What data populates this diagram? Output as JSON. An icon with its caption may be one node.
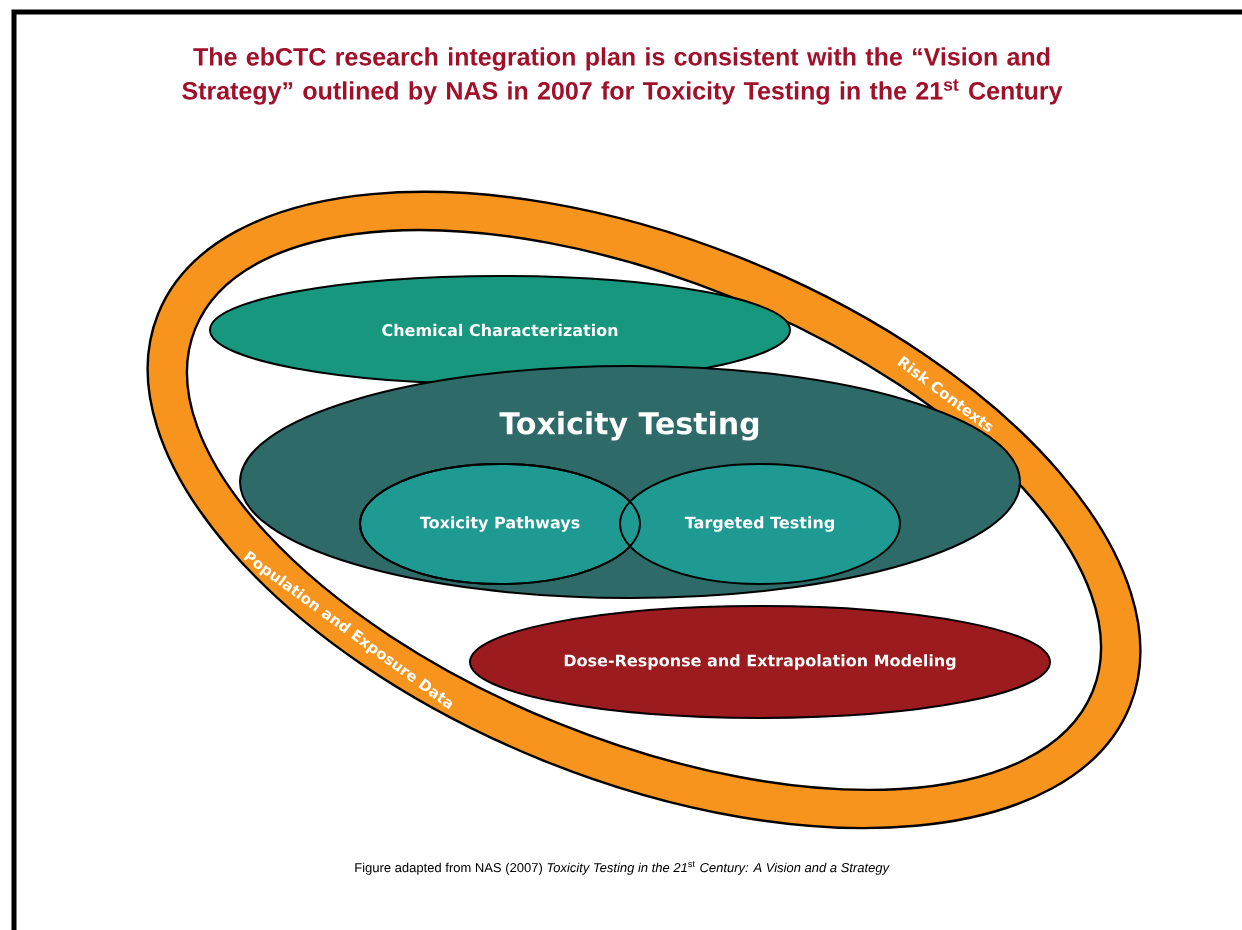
{
  "diagram": {
    "title": "The ebCTC research integration plan is consistent with the “Vision and Strategy” outlined by NAS in 2007 for Toxicity Testing in the 21$^{st}$ Century",
    "caption": "Figure adapted from NAS (2007) *Toxicity Testing in the 21*$^{st}$ *Century: A Vision and a Strategy*",
    "nodes": [
      {
        "text": [
          "Risk Contexts",
          "Population and Exposure Data"
        ]
      },
      {
        "text": [
          "Chemical Characterization"
        ],
        "in": 0
      },
      {
        "text": [
          "Toxicity Testing"
        ],
        "in": 0
      },
      {
        "text": [
          "Toxicity Pathways"
        ],
        "in": 2
      },
      {
        "text": [
          "Targeted Testing"
        ],
        "in": 2
      },
      {
        "text": [
          "Dose-Response and Extrapolation Modeling"
        ],
        "in": 0
      }
    ],
    "edges": []
  }
}
